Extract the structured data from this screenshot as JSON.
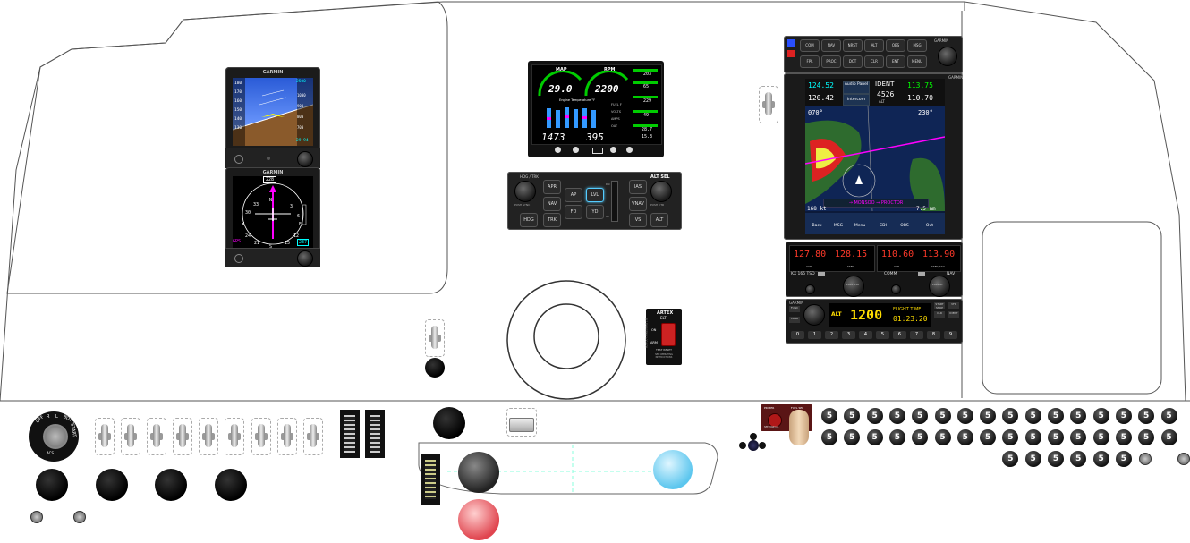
{
  "pfd": {
    "brand": "GARMIN",
    "altitude": "2500",
    "baro": "29.94",
    "speed_tape": [
      "180",
      "170",
      "160",
      "150",
      "140",
      "130"
    ],
    "alt_tape": [
      "1000",
      "900",
      "800",
      "700"
    ]
  },
  "mfd_hsi": {
    "brand": "GARMIN",
    "heading": "228",
    "course": "237",
    "nav_source": "GPS",
    "compass": [
      "N",
      "3",
      "6",
      "E",
      "12",
      "15",
      "S",
      "21",
      "24",
      "W",
      "30",
      "33"
    ]
  },
  "engine_monitor": {
    "map_label": "MAP",
    "rpm_label": "RPM",
    "map_value": "29.0",
    "rpm_value": "2200",
    "egt_label": "Engine Temperature °F",
    "egt_value": "1473",
    "cht_value": "395",
    "side_values": [
      "203",
      "65",
      "229",
      "49",
      "28.7",
      "15.3"
    ],
    "side_labels": [
      "FUEL F",
      "VOLTS",
      "AMPS",
      "OAT"
    ]
  },
  "autopilot": {
    "hdg_trk": "HDG / TRK",
    "alt_sel": "ALT SEL",
    "push_sync": "PUSH SYNC",
    "push_ctr": "PUSH CTR",
    "buttons": [
      "APR",
      "NAV",
      "HDG",
      "TRK",
      "AP",
      "LVL",
      "FD",
      "YD",
      "VNAV",
      "VS",
      "IAS",
      "ALT"
    ],
    "dn_up": [
      "DN",
      "UP"
    ]
  },
  "gtn": {
    "brand": "GARMIN",
    "top_keys": [
      "COM",
      "NAV",
      "NRST",
      "ALT",
      "OBS",
      "MSG",
      "FPL",
      "PROC",
      "DCT",
      "CLR",
      "ENT",
      "MENU"
    ],
    "com_active": "124.52",
    "com_standby": "120.42",
    "audio_panel": "Audio Panel",
    "intercom": "Intercom",
    "ident": "IDENT",
    "squawk": "4526",
    "alt_mode": "ALT",
    "nav_active": "113.75",
    "nav_standby": "110.70",
    "dtk": "070°",
    "trk": "230°",
    "waypoint_bar": "→ MONSOO ⇒ PROCTOR",
    "groundspeed": "168 kt",
    "range": "7.5 nm",
    "softkeys": [
      "Back",
      "MSG",
      "Menu",
      "CDI",
      "OBS",
      "Out"
    ]
  },
  "radio_stack": {
    "com_use": "127.80",
    "com_stby": "128.15",
    "nav_use": "110.60",
    "nav_stby": "113.90",
    "use_label": "USE",
    "stby_label": "STBY",
    "stby_vor": "STBY/RAD",
    "model": "KX 165 TSO",
    "comm_label": "COMM",
    "nav_label": "NAV",
    "pull_label": "PULL ID",
    "pull_test": "PULL 25K"
  },
  "transponder": {
    "brand": "GARMIN",
    "mode": "ALT",
    "code": "1200",
    "flight_time_label": "FLIGHT TIME",
    "flight_time": "01:23:20",
    "keys": [
      "0",
      "1",
      "2",
      "3",
      "4",
      "5",
      "6",
      "7",
      "8",
      "9"
    ],
    "side_keys": [
      "FUNC",
      "CRSR",
      "START STOP",
      "CLR",
      "VFR",
      "IDENT"
    ]
  },
  "elt": {
    "brand": "ARTEX",
    "model": "ELT",
    "on": "ON",
    "arm": "ARM",
    "side": "ELT EMERGENCY LOCATOR",
    "test": "TEST RESET",
    "note": "SEE OPERATING INSTRUCTIONS"
  },
  "magneto": {
    "labels": [
      "OFF",
      "R",
      "L",
      "BOTH",
      "START"
    ],
    "key_text": "ACS"
  },
  "circuit_breaker_label": "5",
  "circuit_breaker_rows": [
    16,
    16,
    6
  ],
  "fuel_selector_plate": {
    "labels": [
      "PRIMER",
      "FUEL SEL"
    ],
    "note": "SEE MANUAL"
  }
}
